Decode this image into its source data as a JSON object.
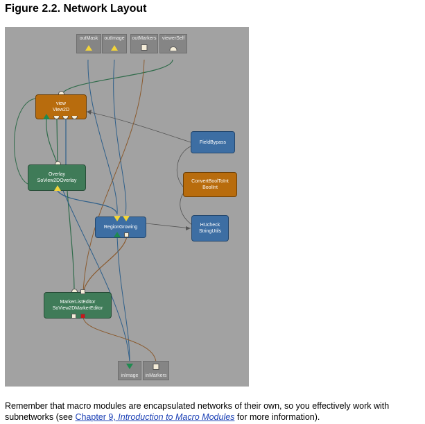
{
  "figure": {
    "title": "Figure 2.2. Network Layout"
  },
  "ports": {
    "top": [
      {
        "name": "outMask",
        "pin": "tri-y"
      },
      {
        "name": "outImage",
        "pin": "tri-y"
      },
      {
        "name": "outMarkers",
        "pin": "sq-w"
      },
      {
        "name": "viewerSelf",
        "pin": "half-w"
      }
    ],
    "bottom": [
      {
        "name": "inImage",
        "pin": "tri-g-down"
      },
      {
        "name": "inMarkers",
        "pin": "sq-w"
      }
    ]
  },
  "modules": {
    "view": {
      "line1": "view",
      "line2": "View2D",
      "color": "#b86c0d"
    },
    "overlay": {
      "line1": "Overlay",
      "line2": "SoView2DOverlay",
      "color": "#3f7b58"
    },
    "field_bypass": {
      "line1": "FieldBypass",
      "color": "#3d6ea3"
    },
    "convert_bool": {
      "line1": "ConvertBoolToInt",
      "line2": "BoolInt",
      "color": "#b86c0d"
    },
    "region_growing": {
      "line1": "RegionGrowing",
      "color": "#3d6ea3"
    },
    "hu_check": {
      "line1": "HUcheck",
      "line2": "StringUtils",
      "color": "#3d6ea3"
    },
    "marker_list": {
      "line1": "MarkerListEditor",
      "line2": "SoView2DMarkerEditor",
      "color": "#3f7b58"
    }
  },
  "colors": {
    "canvas": "#a2a2a2",
    "connection_image": "#2e5f8a",
    "connection_marker": "#8a5a2e",
    "connection_inventor": "#2f6b4a",
    "connection_field": "#555555"
  },
  "caption": {
    "text_before": "Remember that macro modules are encapsulated networks of their own, so you effectively work with subnetworks (see ",
    "link_chapter": "Chapter 9, ",
    "link_title": "Introduction to Macro Modules",
    "text_after": " for more information)."
  }
}
